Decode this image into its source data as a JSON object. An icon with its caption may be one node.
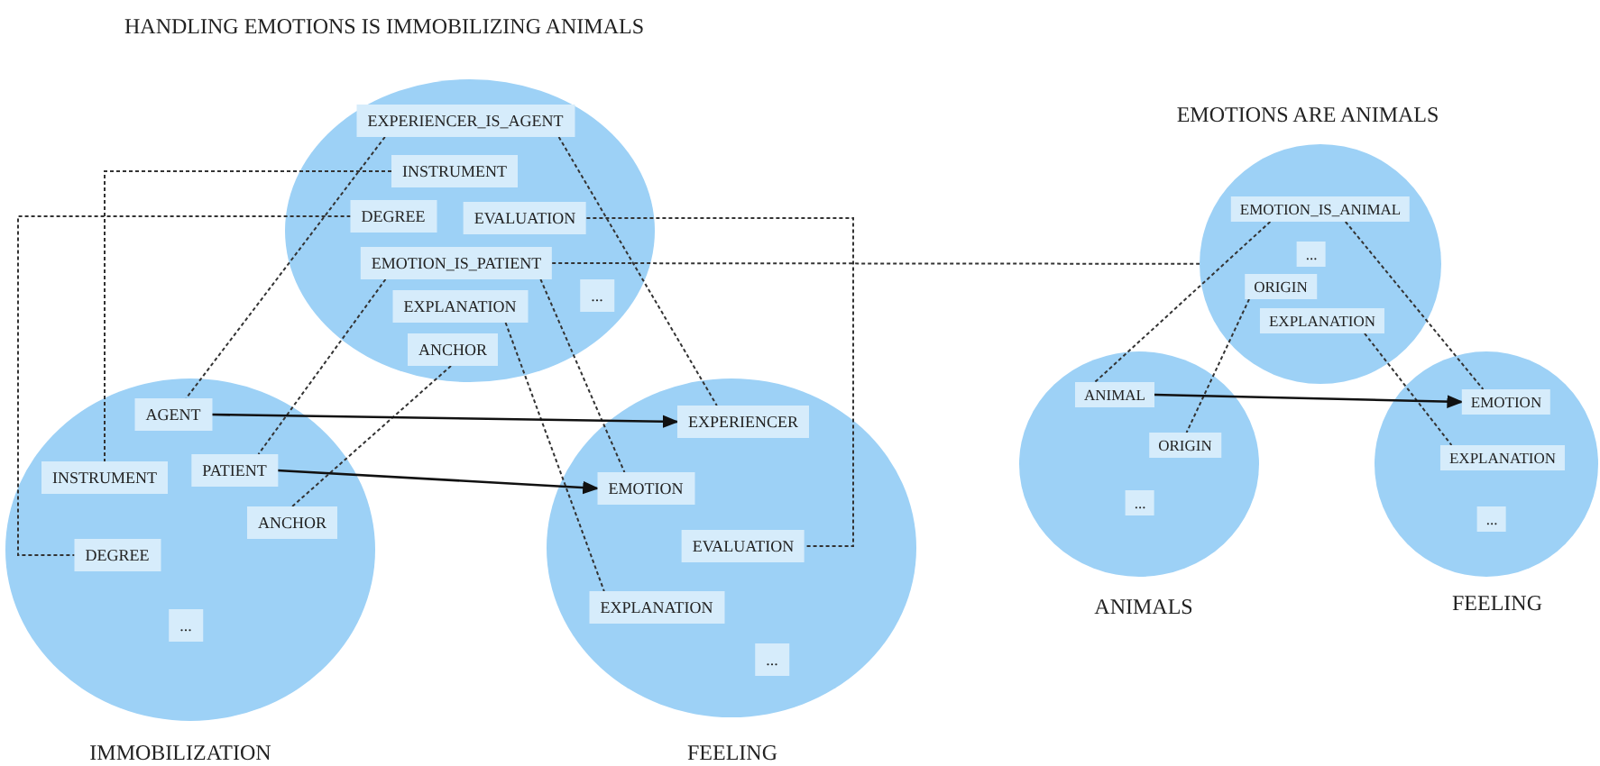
{
  "diagram": {
    "nodes": [
      {
        "text": [
          "HANDLING EMOTIONS IS IMMOBILIZING ANIMALS"
        ]
      },
      {
        "text": [
          "EXPERIENCER_IS_AGENT"
        ],
        "in": 0
      },
      {
        "text": [
          "INSTRUMENT"
        ],
        "in": 0
      },
      {
        "text": [
          "DEGREE"
        ],
        "in": 0
      },
      {
        "text": [
          "EVALUATION"
        ],
        "in": 0
      },
      {
        "text": [
          "EMOTION_IS_PATIENT"
        ],
        "in": 0
      },
      {
        "text": [
          "..."
        ],
        "in": 0
      },
      {
        "text": [
          "EXPLANATION"
        ],
        "in": 0
      },
      {
        "text": [
          "ANCHOR"
        ],
        "in": 0
      },
      {
        "text": [
          "IMMOBILIZATION"
        ]
      },
      {
        "text": [
          "AGENT"
        ],
        "in": 9
      },
      {
        "text": [
          "INSTRUMENT"
        ],
        "in": 9
      },
      {
        "text": [
          "PATIENT"
        ],
        "in": 9
      },
      {
        "text": [
          "ANCHOR"
        ],
        "in": 9
      },
      {
        "text": [
          "DEGREE"
        ],
        "in": 9
      },
      {
        "text": [
          "..."
        ],
        "in": 9
      },
      {
        "text": [
          "FEELING"
        ]
      },
      {
        "text": [
          "EXPERIENCER"
        ],
        "in": 16
      },
      {
        "text": [
          "EMOTION"
        ],
        "in": 16
      },
      {
        "text": [
          "EVALUATION"
        ],
        "in": 16
      },
      {
        "text": [
          "EXPLANATION"
        ],
        "in": 16
      },
      {
        "text": [
          "..."
        ],
        "in": 16
      },
      {
        "text": [
          "EMOTIONS ARE ANIMALS"
        ]
      },
      {
        "text": [
          "EMOTION_IS_ANIMAL"
        ],
        "in": 22
      },
      {
        "text": [
          "..."
        ],
        "in": 22
      },
      {
        "text": [
          "ORIGIN"
        ],
        "in": 22
      },
      {
        "text": [
          "EXPLANATION"
        ],
        "in": 22
      },
      {
        "text": [
          "ANIMALS"
        ]
      },
      {
        "text": [
          "ANIMAL"
        ],
        "in": 27
      },
      {
        "text": [
          "ORIGIN"
        ],
        "in": 27
      },
      {
        "text": [
          "..."
        ],
        "in": 27
      },
      {
        "text": [
          "FEELING"
        ]
      },
      {
        "text": [
          "EMOTION"
        ],
        "in": 31
      },
      {
        "text": [
          "EXPLANATION"
        ],
        "in": 31
      },
      {
        "text": [
          "..."
        ],
        "in": 31
      }
    ],
    "edges": [
      {
        "from": 1,
        "to": 10,
        "arrow": "none",
        "style": "dashed"
      },
      {
        "from": 1,
        "to": 17,
        "arrow": "none",
        "style": "dashed"
      },
      {
        "from": 2,
        "to": 11,
        "arrow": "none",
        "style": "dashed"
      },
      {
        "from": 3,
        "to": 14,
        "arrow": "none",
        "style": "dashed"
      },
      {
        "from": 4,
        "to": 19,
        "arrow": "none",
        "style": "dashed"
      },
      {
        "from": 5,
        "to": 12,
        "arrow": "none",
        "style": "dashed"
      },
      {
        "from": 5,
        "to": 18,
        "arrow": "none",
        "style": "dashed"
      },
      {
        "from": 5,
        "to": 22,
        "arrow": "none",
        "style": "dashed"
      },
      {
        "from": 7,
        "to": 20,
        "arrow": "none",
        "style": "dashed"
      },
      {
        "from": 8,
        "to": 13,
        "arrow": "none",
        "style": "dashed"
      },
      {
        "from": 10,
        "to": 17,
        "arrow": "to"
      },
      {
        "from": 12,
        "to": 18,
        "arrow": "to"
      },
      {
        "from": 23,
        "to": 28,
        "arrow": "none",
        "style": "dashed"
      },
      {
        "from": 23,
        "to": 32,
        "arrow": "none",
        "style": "dashed"
      },
      {
        "from": 25,
        "to": 29,
        "arrow": "none",
        "style": "dashed"
      },
      {
        "from": 26,
        "to": 33,
        "arrow": "none",
        "style": "dashed"
      },
      {
        "from": 28,
        "to": 32,
        "arrow": "to"
      }
    ]
  }
}
